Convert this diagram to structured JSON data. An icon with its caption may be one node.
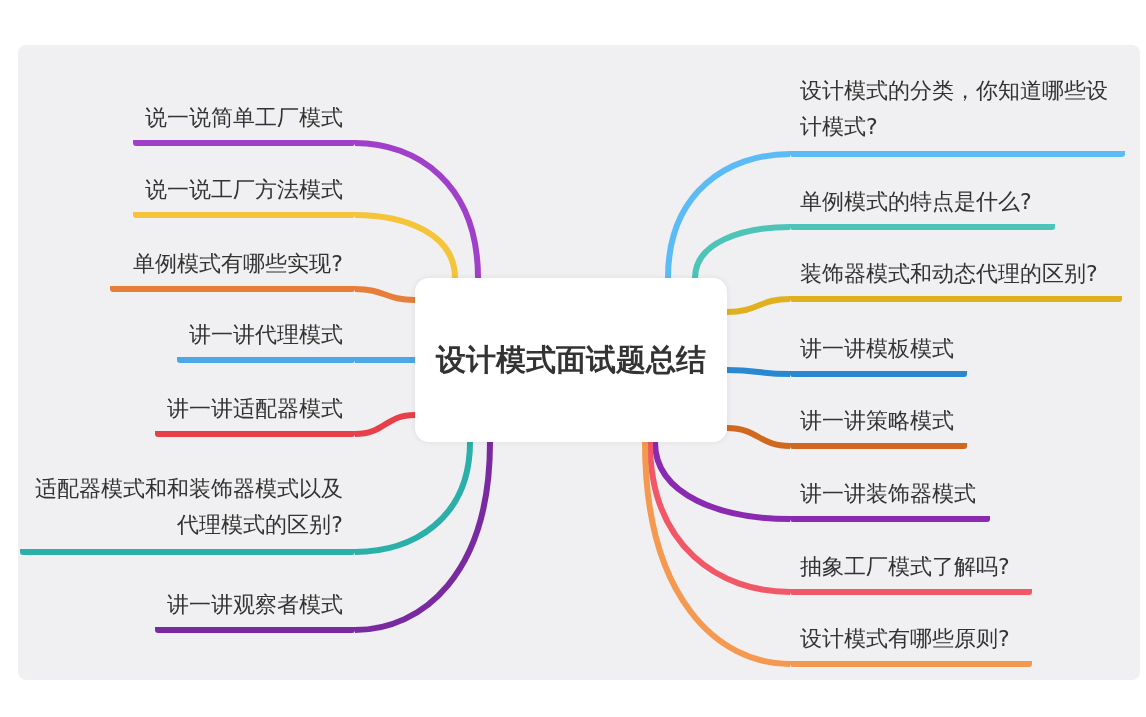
{
  "diagram": {
    "nodes": [
      {
        "text": [
          "设计模式面试题总结"
        ]
      },
      {
        "text": [
          "说一说简单工厂模式"
        ]
      },
      {
        "text": [
          "说一说工厂方法模式"
        ]
      },
      {
        "text": [
          "单例模式有哪些实现?"
        ]
      },
      {
        "text": [
          "讲一讲代理模式"
        ]
      },
      {
        "text": [
          "讲一讲适配器模式"
        ]
      },
      {
        "text": [
          "适配器模式和和装饰器模式以及代理模式的区别?"
        ]
      },
      {
        "text": [
          "讲一讲观察者模式"
        ]
      },
      {
        "text": [
          "设计模式的分类，你知道哪些设计模式?"
        ]
      },
      {
        "text": [
          "单例模式的特点是什么?"
        ]
      },
      {
        "text": [
          "装饰器模式和动态代理的区别?"
        ]
      },
      {
        "text": [
          "讲一讲模板模式"
        ]
      },
      {
        "text": [
          "讲一讲策略模式"
        ]
      },
      {
        "text": [
          "讲一讲装饰器模式"
        ]
      },
      {
        "text": [
          "抽象工厂模式了解吗?"
        ]
      },
      {
        "text": [
          "设计模式有哪些原则?"
        ]
      }
    ],
    "edges": [
      {
        "from": 0,
        "to": 1,
        "arrow": "none",
        "color": "#a040c8"
      },
      {
        "from": 0,
        "to": 2,
        "arrow": "none",
        "color": "#f5c43a"
      },
      {
        "from": 0,
        "to": 3,
        "arrow": "none",
        "color": "#e67e3a"
      },
      {
        "from": 0,
        "to": 4,
        "arrow": "none",
        "color": "#4aa8e8"
      },
      {
        "from": 0,
        "to": 5,
        "arrow": "none",
        "color": "#e8404a"
      },
      {
        "from": 0,
        "to": 6,
        "arrow": "none",
        "color": "#2ab0a8"
      },
      {
        "from": 0,
        "to": 7,
        "arrow": "none",
        "color": "#7a2aa0"
      },
      {
        "from": 0,
        "to": 8,
        "arrow": "none",
        "color": "#5bbcf5"
      },
      {
        "from": 0,
        "to": 9,
        "arrow": "none",
        "color": "#4cc4b8"
      },
      {
        "from": 0,
        "to": 10,
        "arrow": "none",
        "color": "#e0b020"
      },
      {
        "from": 0,
        "to": 11,
        "arrow": "none",
        "color": "#2a88d0"
      },
      {
        "from": 0,
        "to": 12,
        "arrow": "none",
        "color": "#d06820"
      },
      {
        "from": 0,
        "to": 13,
        "arrow": "none",
        "color": "#8a2ab0"
      },
      {
        "from": 0,
        "to": 14,
        "arrow": "none",
        "color": "#f05868"
      },
      {
        "from": 0,
        "to": 15,
        "arrow": "none",
        "color": "#f59850"
      }
    ]
  }
}
